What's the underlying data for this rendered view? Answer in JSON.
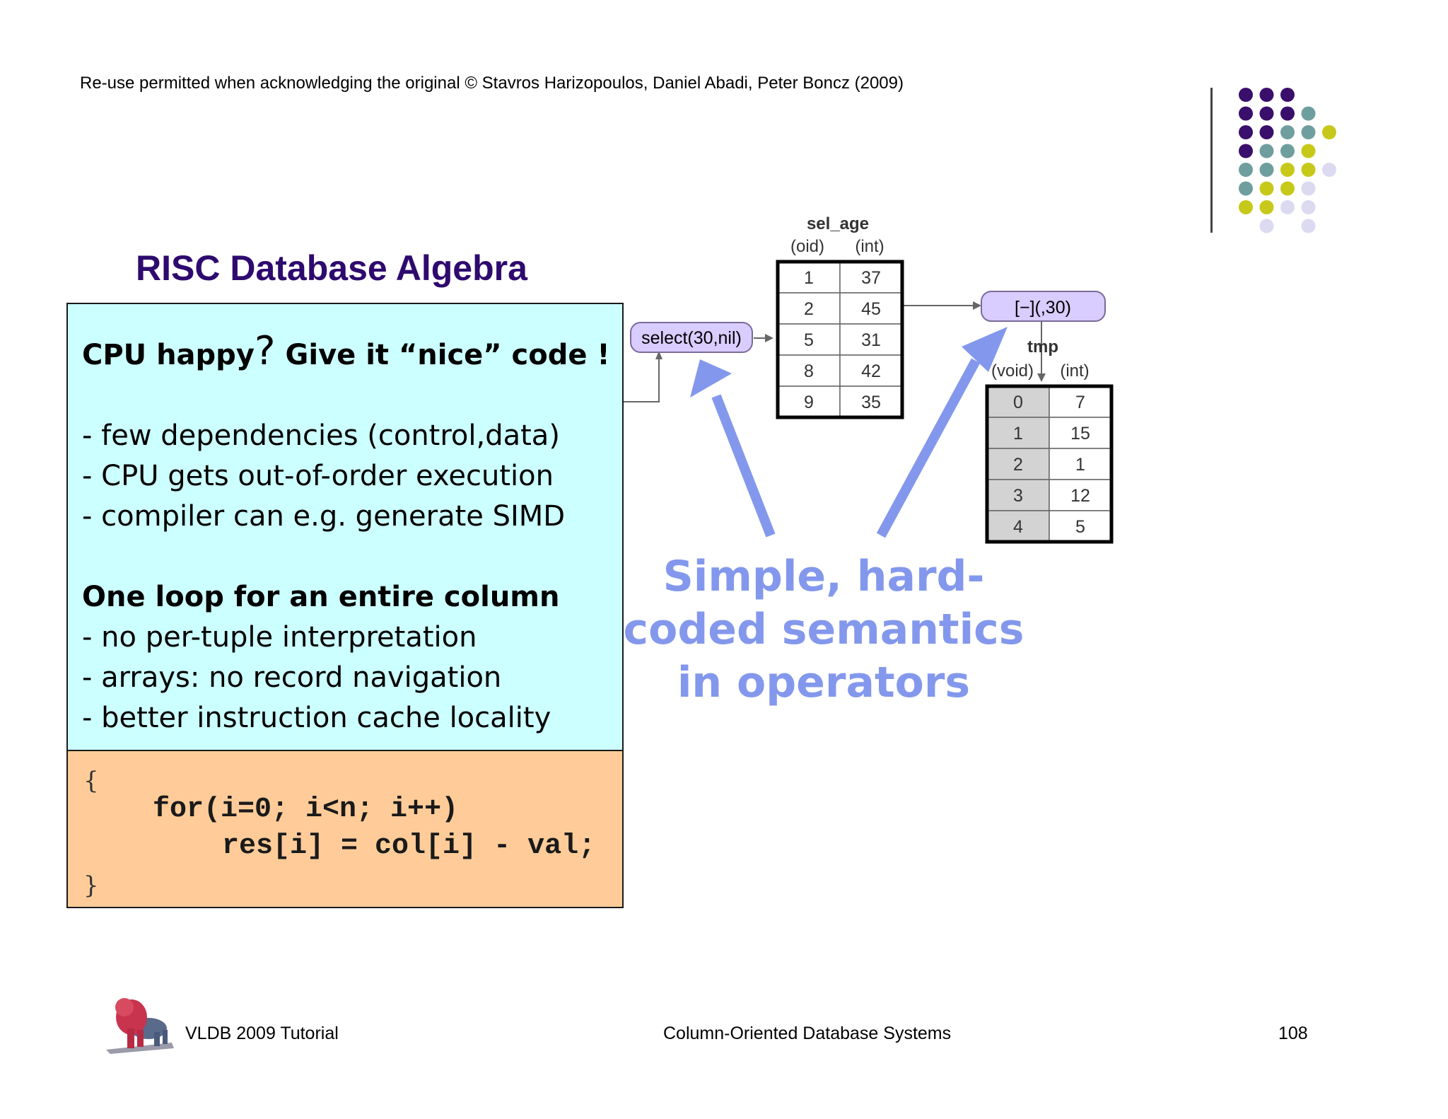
{
  "header": {
    "copyright": "Re-use permitted when acknowledging the original © Stavros Harizopoulos, Daniel Abadi, Peter Boncz (2009)"
  },
  "colors": {
    "dark_purple": "#3a0f6b",
    "teal": "#6f9e9e",
    "yellow_green": "#c7c91a",
    "lavender": "#dcdaf0",
    "title": "#2e0a6e",
    "arrow_blue": "#8398ec",
    "cyan_box": "#ccffff",
    "code_box": "#ffcc99",
    "operator_fill": "#d9ccff"
  },
  "title": "RISC Database Algebra",
  "box": {
    "heading_a": "CPU happy",
    "heading_q": "?",
    "heading_b": " Give it “nice” code !",
    "bullets1": [
      "- few dependencies (control,data)",
      "- CPU gets out-of-order execution",
      "- compiler can e.g. generate SIMD"
    ],
    "heading2": "One loop for an entire column",
    "bullets2": [
      "- no per-tuple interpretation",
      "- arrays: no record navigation",
      "- better instruction cache locality"
    ]
  },
  "code": {
    "open_brace": "{",
    "line1": "for(i=0; i<n; i++)",
    "line2": "res[i] = col[i] - val;",
    "close_brace": "}"
  },
  "diagram": {
    "select_label": "select(30,nil)",
    "operator_label": "[−](,30)",
    "sel_age": {
      "name": "sel_age",
      "col1": "(oid)",
      "col2": "(int)",
      "rows": [
        [
          "1",
          "37"
        ],
        [
          "2",
          "45"
        ],
        [
          "5",
          "31"
        ],
        [
          "8",
          "42"
        ],
        [
          "9",
          "35"
        ]
      ]
    },
    "tmp": {
      "name": "tmp",
      "col1": "(void)",
      "col2": "(int)",
      "rows": [
        [
          "0",
          "7"
        ],
        [
          "1",
          "15"
        ],
        [
          "2",
          "1"
        ],
        [
          "3",
          "12"
        ],
        [
          "4",
          "5"
        ]
      ]
    }
  },
  "callout": {
    "line1": "Simple, hard-",
    "line2": "coded semantics",
    "line3": "in operators"
  },
  "footer": {
    "left": "VLDB 2009 Tutorial",
    "center": "Column-Oriented Database Systems",
    "page": "108"
  }
}
